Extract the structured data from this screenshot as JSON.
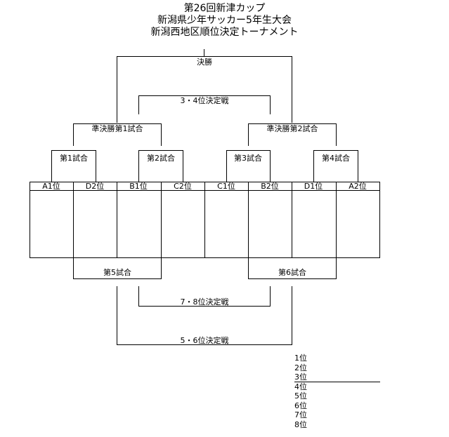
{
  "header": {
    "line1": "第26回新津カップ",
    "line2": "新潟県少年サッカー5年生大会",
    "line3": "新潟西地区順位決定トーナメント"
  },
  "matches": {
    "final": "決勝",
    "third_place": "3・4位決定戦",
    "semi1": "準決勝第1試合",
    "semi2": "準決勝第2試合",
    "m1": "第1試合",
    "m2": "第2試合",
    "m3": "第3試合",
    "m4": "第4試合",
    "m5": "第5試合",
    "m6": "第6試合",
    "seventh_place": "7・8位決定戦",
    "fifth_place": "5・6位決定戦"
  },
  "teams": [
    "A1位",
    "D2位",
    "B1位",
    "C2位",
    "C1位",
    "B2位",
    "D1位",
    "A2位"
  ],
  "standings": [
    "1位",
    "2位",
    "3位",
    "4位",
    "5位",
    "6位",
    "7位",
    "8位"
  ]
}
